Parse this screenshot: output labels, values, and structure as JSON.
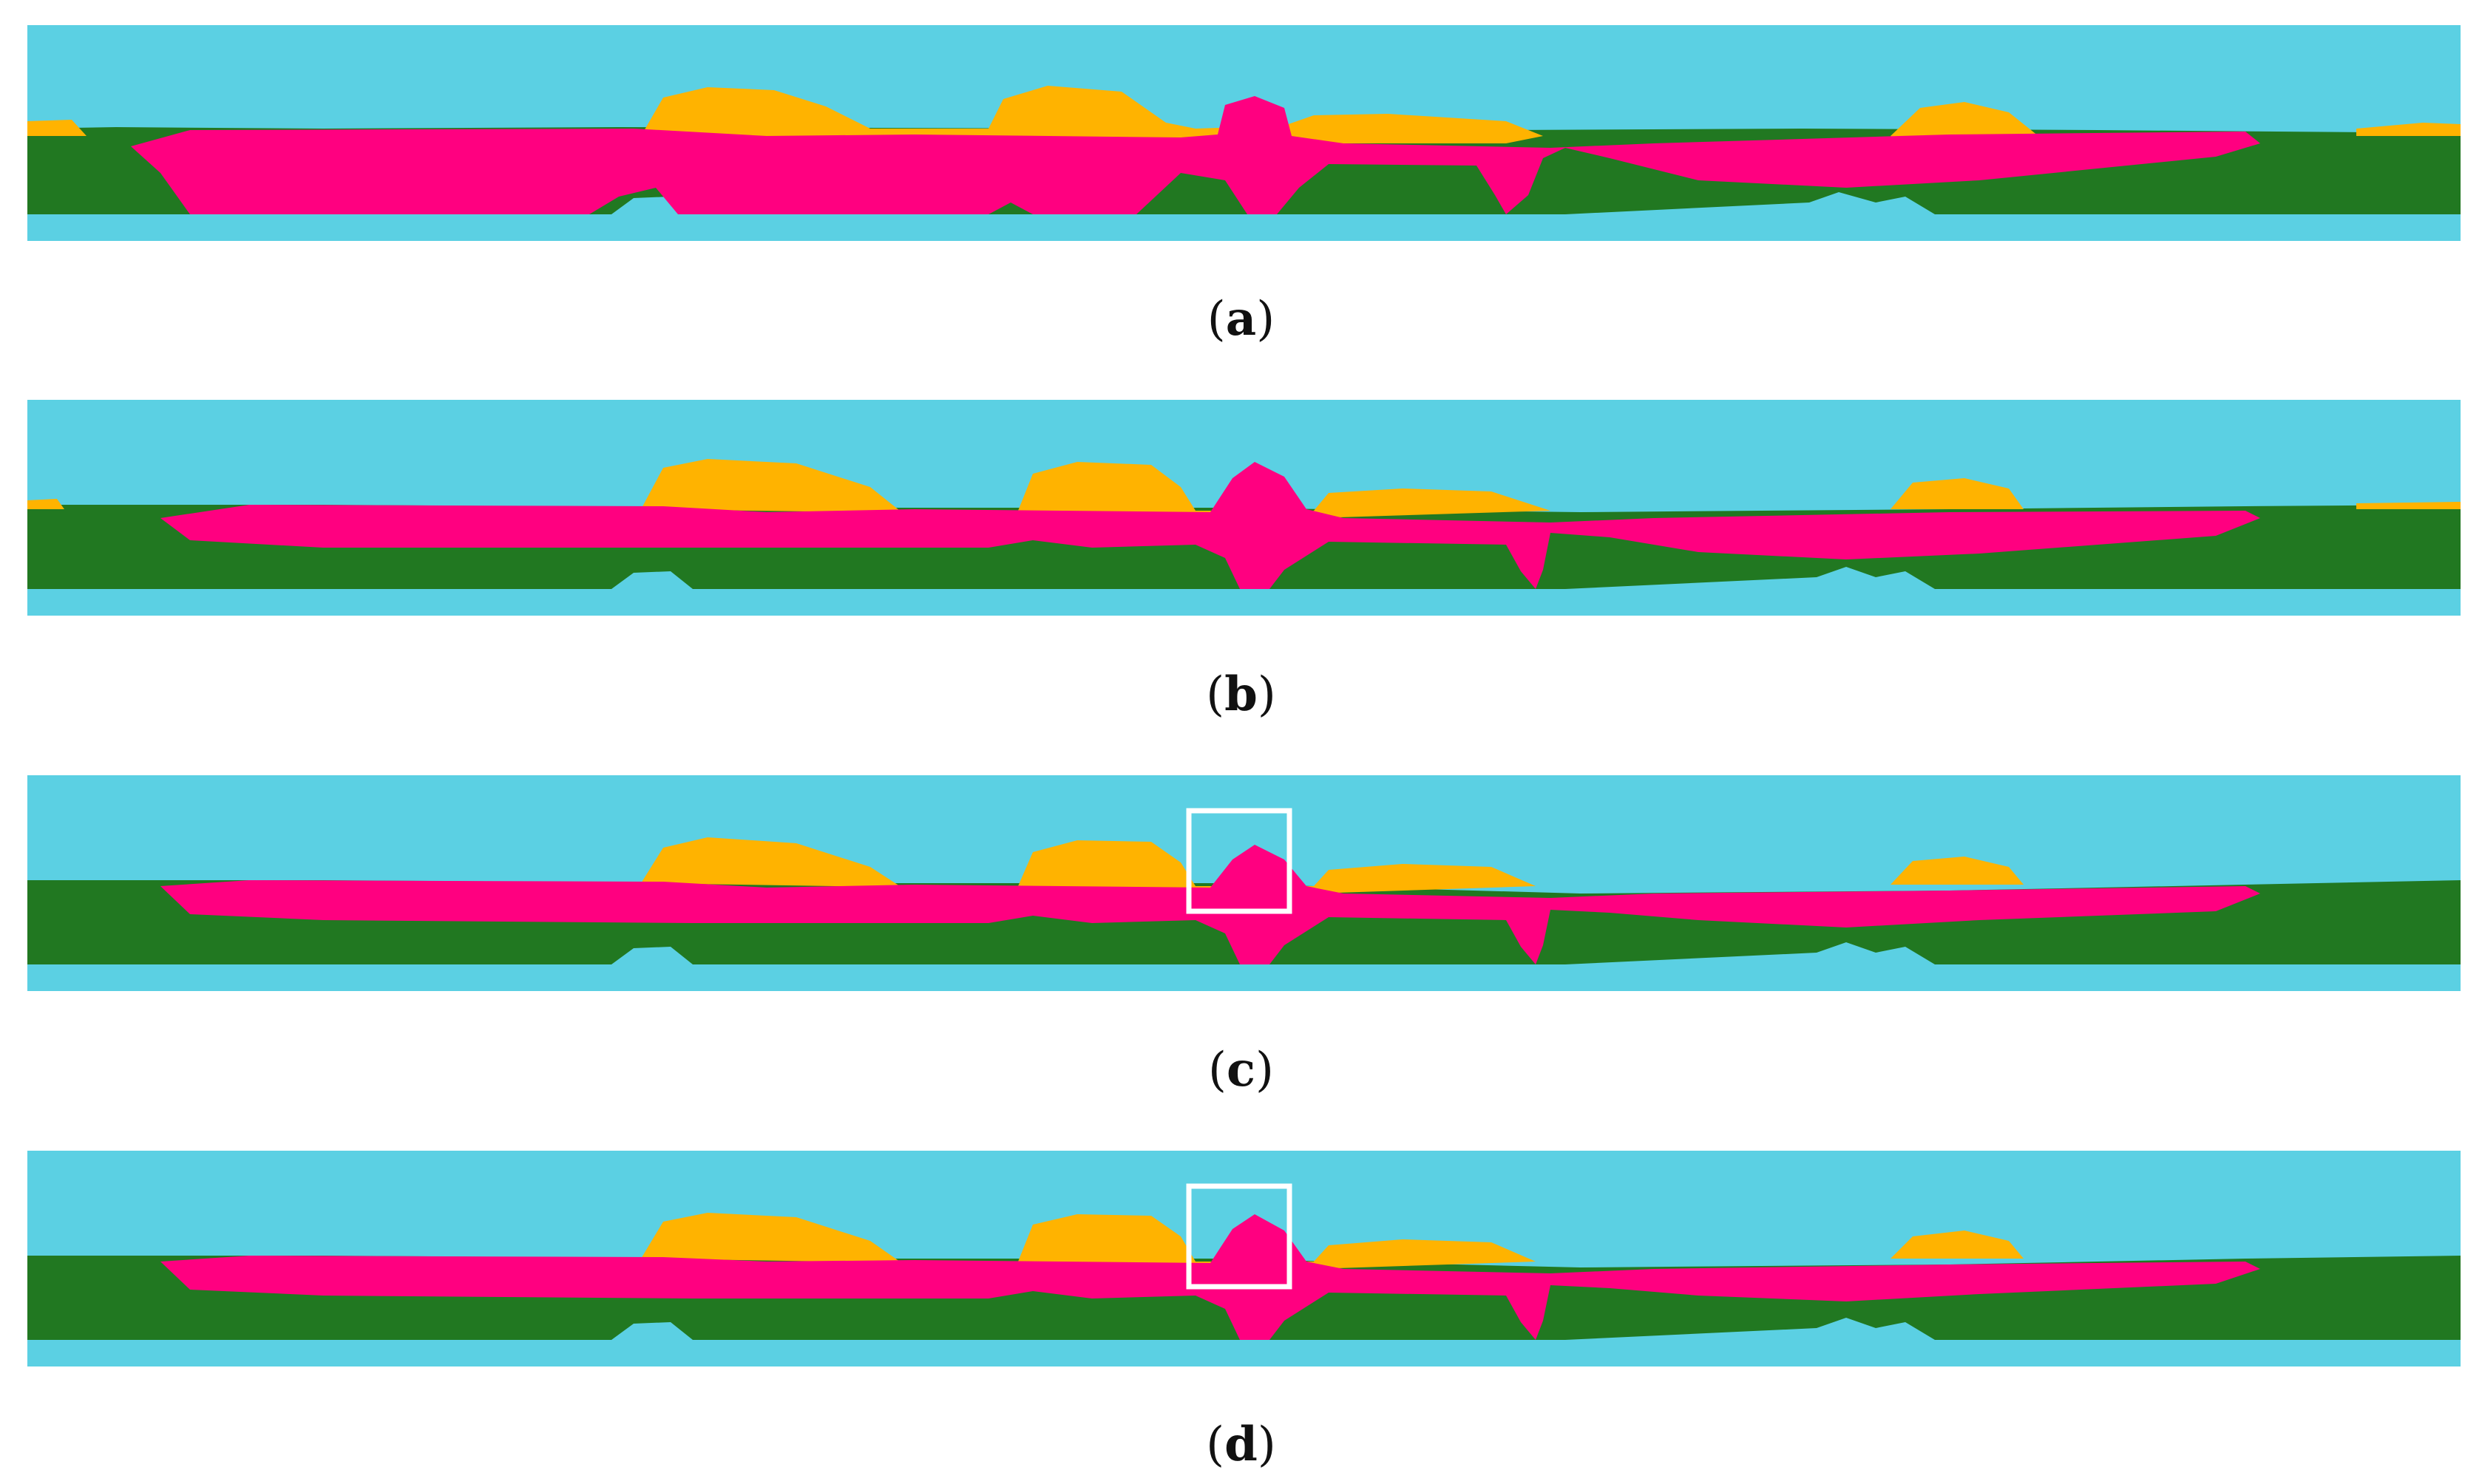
{
  "colors": {
    "sky": "#5bd0e3",
    "vegetation": "#ffb300",
    "target": "#ff0080",
    "ground": "#217821",
    "highlight_box": "#ffffff"
  },
  "panels": [
    {
      "id": "a",
      "caption_open": "(",
      "caption_letter": "a",
      "caption_close": ")",
      "highlight": false
    },
    {
      "id": "b",
      "caption_open": "(",
      "caption_letter": "b",
      "caption_close": ")",
      "highlight": false
    },
    {
      "id": "c",
      "caption_open": "(",
      "caption_letter": "c",
      "caption_close": ")",
      "highlight": true
    },
    {
      "id": "d",
      "caption_open": "(",
      "caption_letter": "d",
      "caption_close": ")",
      "highlight": true
    }
  ]
}
